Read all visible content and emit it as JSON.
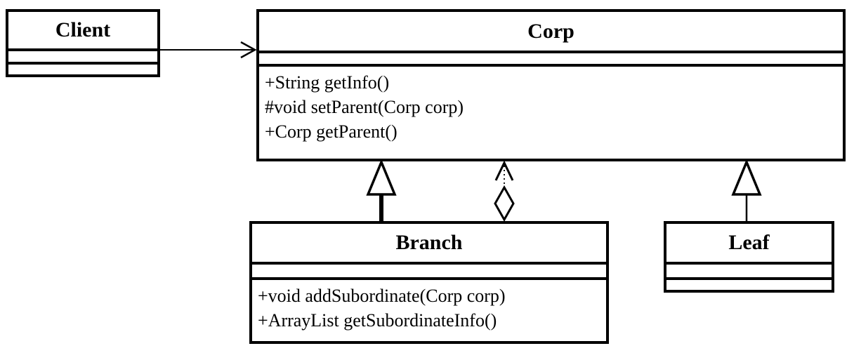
{
  "diagram": {
    "kind": "uml-class-diagram",
    "pattern": "Composite",
    "colors": {
      "line": "#000000",
      "background": "#ffffff",
      "text": "#000000"
    },
    "classes": {
      "client": {
        "name": "Client",
        "attributes": [],
        "methods": []
      },
      "corp": {
        "name": "Corp",
        "attributes": [],
        "methods": [
          "+String getInfo()",
          "#void setParent(Corp corp)",
          "+Corp getParent()"
        ]
      },
      "branch": {
        "name": "Branch",
        "attributes": [],
        "methods": [
          "+void addSubordinate(Corp corp)",
          "+ArrayList getSubordinateInfo()"
        ]
      },
      "leaf": {
        "name": "Leaf",
        "attributes": [],
        "methods": []
      }
    },
    "relationships": [
      {
        "from": "Client",
        "to": "Corp",
        "type": "association",
        "line": "solid",
        "head": "open-arrow"
      },
      {
        "from": "Branch",
        "to": "Corp",
        "type": "generalization",
        "line": "solid-thick",
        "head": "hollow-triangle"
      },
      {
        "from": "Branch",
        "to": "Corp",
        "type": "aggregation",
        "line": "dotted",
        "head": "open-arrow",
        "tail": "hollow-diamond"
      },
      {
        "from": "Leaf",
        "to": "Corp",
        "type": "generalization",
        "line": "solid",
        "head": "hollow-triangle"
      }
    ]
  }
}
